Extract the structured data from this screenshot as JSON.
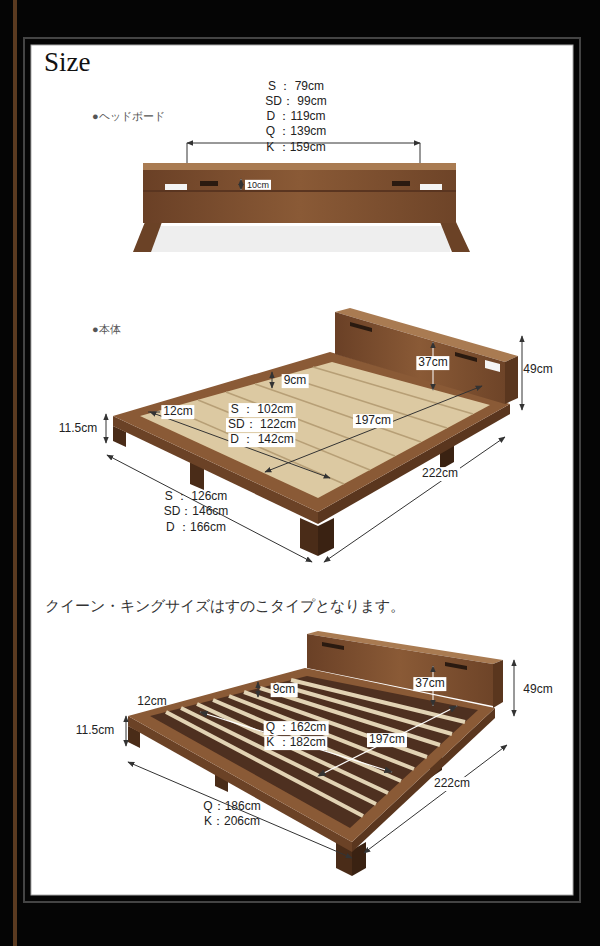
{
  "diagram": {
    "title": "Size",
    "labels": [
      "●ヘッドボード",
      "S ： 79cm",
      "SD： 99cm",
      "D ：119cm",
      "Q ：139cm",
      "K ：159cm",
      "10cm",
      "●本体",
      "37cm",
      "49cm",
      "9cm",
      "11.5cm",
      "12cm",
      "S ： 102cm",
      "SD： 122cm",
      "D ： 142cm",
      "197cm",
      "222cm",
      "S ： 126cm",
      "SD：146cm",
      "D ：166cm",
      "クイーン・キングサイズはすのこタイプとなります。",
      "12cm",
      "9cm",
      "37cm",
      "49cm",
      "11.5cm",
      "Q ：162cm",
      "K ：182cm",
      "197cm",
      "222cm",
      "Q：186cm",
      "K：206cm"
    ]
  }
}
